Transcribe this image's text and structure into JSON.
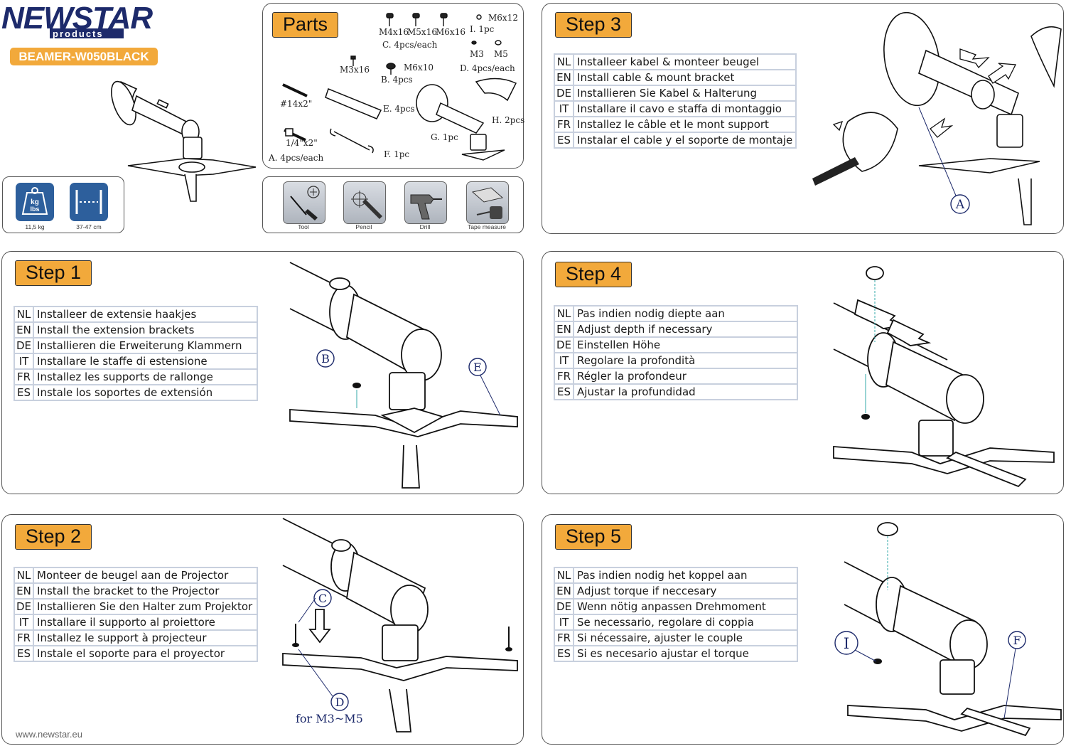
{
  "brand": {
    "name": "NEWSTAR",
    "sub": "products",
    "model": "BEAMER-W050BLACK",
    "url": "www.newstar.eu"
  },
  "specs": [
    {
      "icon": "weight-icon",
      "icon_text": "kg\nlbs",
      "label": "11,5 kg"
    },
    {
      "icon": "distance-icon",
      "label": "37-47 cm"
    }
  ],
  "parts": {
    "title": "Parts",
    "labels": {
      "m6x12": "M6x12",
      "i": "I. 1pc",
      "m4x16": "M4x16",
      "m5x16": "M5x16",
      "m6x16": "M6x16",
      "c": "C. 4pcs/each",
      "m3": "M3",
      "m5": "M5",
      "d": "D. 4pcs/each",
      "m3x16": "M3x16",
      "m6x10": "M6x10",
      "b": "B. 4pcs",
      "bolt14": "#14x2\"",
      "e": "E. 4pcs",
      "h": "H. 2pcs",
      "g": "G. 1pc",
      "bolt14b": "1/4\"x2\"",
      "a": "A. 4pcs/each",
      "f": "F. 1pc"
    }
  },
  "tools": [
    {
      "icon": "screwdriver-icon",
      "label": "Tool"
    },
    {
      "icon": "pencil-icon",
      "label": "Pencil"
    },
    {
      "icon": "drill-icon",
      "label": "Drill"
    },
    {
      "icon": "tape-measure-icon",
      "label": "Tape measure"
    }
  ],
  "steps": [
    {
      "id": "step3",
      "title": "Step 3",
      "rows": [
        {
          "code": "NL",
          "text": "Installeer kabel & monteer beugel"
        },
        {
          "code": "EN",
          "text": "Install cable & mount bracket"
        },
        {
          "code": "DE",
          "text": "Installieren Sie Kabel & Halterung"
        },
        {
          "code": "IT",
          "text": "Installare il cavo e staffa di montaggio"
        },
        {
          "code": "FR",
          "text": "Installez le câble et le mont support"
        },
        {
          "code": "ES",
          "text": "Instalar el cable y el soporte de montaje"
        }
      ],
      "callouts": [
        "A"
      ]
    },
    {
      "id": "step1",
      "title": "Step 1",
      "rows": [
        {
          "code": "NL",
          "text": "Installeer de extensie haakjes"
        },
        {
          "code": "EN",
          "text": "Install the extension brackets"
        },
        {
          "code": "DE",
          "text": "Installieren die Erweiterung Klammern"
        },
        {
          "code": "IT",
          "text": "Installare le staffe di estensione"
        },
        {
          "code": "FR",
          "text": "Installez les supports de rallonge"
        },
        {
          "code": "ES",
          "text": "Instale los soportes de extensión"
        }
      ],
      "callouts": [
        "B",
        "E"
      ]
    },
    {
      "id": "step4",
      "title": "Step 4",
      "rows": [
        {
          "code": "NL",
          "text": "Pas indien nodig diepte aan"
        },
        {
          "code": "EN",
          "text": "Adjust depth if necessary"
        },
        {
          "code": "DE",
          "text": "Einstellen Höhe"
        },
        {
          "code": "IT",
          "text": "Regolare la profondità"
        },
        {
          "code": "FR",
          "text": "Régler la profondeur"
        },
        {
          "code": "ES",
          "text": "Ajustar la profundidad"
        }
      ],
      "callouts": []
    },
    {
      "id": "step2",
      "title": "Step 2",
      "rows": [
        {
          "code": "NL",
          "text": "Monteer de beugel aan de Projector"
        },
        {
          "code": "EN",
          "text": "Install the bracket to the Projector"
        },
        {
          "code": "DE",
          "text": "Installieren Sie den Halter zum Projektor"
        },
        {
          "code": "IT",
          "text": "Installare il supporto al proiettore"
        },
        {
          "code": "FR",
          "text": "Installez le support à projecteur"
        },
        {
          "code": "ES",
          "text": "Instale el soporte para el proyector"
        }
      ],
      "callouts": [
        "C",
        "D"
      ],
      "note": "for M3~M5"
    },
    {
      "id": "step5",
      "title": "Step 5",
      "rows": [
        {
          "code": "NL",
          "text": "Pas indien nodig het koppel aan"
        },
        {
          "code": "EN",
          "text": "Adjust torque if neccesary"
        },
        {
          "code": "DE",
          "text": "Wenn nötig anpassen Drehmoment"
        },
        {
          "code": "IT",
          "text": "Se necessario, regolare di coppia"
        },
        {
          "code": "FR",
          "text": "Si nécessaire, ajuster le couple"
        },
        {
          "code": "ES",
          "text": "Si es necesario ajustar el torque"
        }
      ],
      "callouts": [
        "I",
        "F"
      ]
    }
  ]
}
